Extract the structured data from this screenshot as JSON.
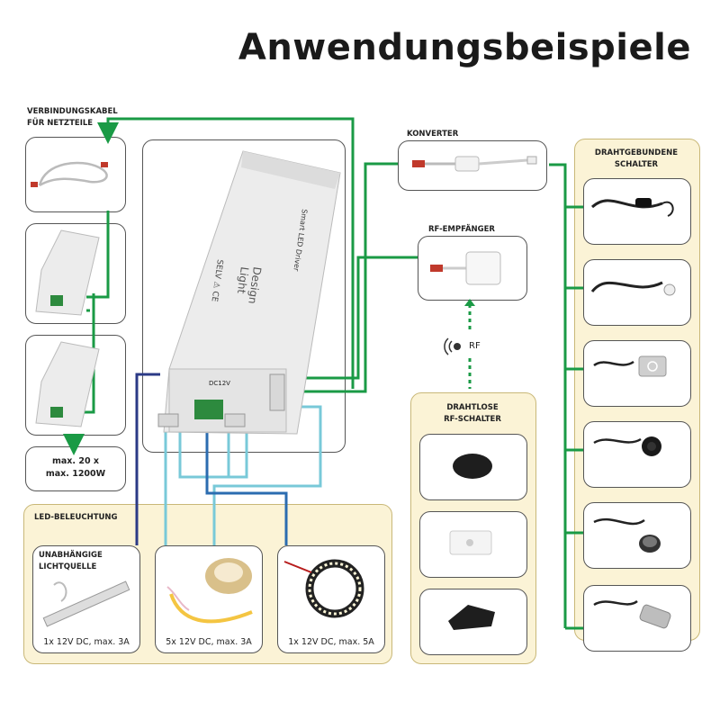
{
  "title": "Anwendungsbeispiele",
  "labels": {
    "verbindungskabel_1": "VERBINDUNGSKABEL",
    "verbindungskabel_2": "FÜR NETZTEILE",
    "konverter": "KONVERTER",
    "rf_empfaenger": "RF-EMPFÄNGER",
    "rf_signal": "RF",
    "drahtgebundene_1": "DRAHTGEBUNDENE",
    "drahtgebundene_2": "SCHALTER",
    "drahtlose_1": "DRAHTLOSE",
    "drahtlose_2": "RF-SCHALTER",
    "led_beleuchtung": "LED-BELEUCHTUNG",
    "unabhaengige_1": "UNABHÄNGIGE",
    "unabhaengige_2": "LICHTQUELLE"
  },
  "max_box": {
    "line1": "max. 20 x",
    "line2": "max. 1200W"
  },
  "captions": {
    "light_source": "1x 12V DC, max. 3A",
    "spots": "5x 12V DC, max. 3A",
    "strip": "1x 12V DC, max. 5A"
  },
  "driver_text": {
    "product": "Smart LED Driver",
    "brand1": "Design",
    "brand2": "Light",
    "output": "DC12V",
    "marks": "SELV  ⚠  CE"
  },
  "colors": {
    "green": "#1a9a45",
    "navy": "#2b3a86",
    "lightblue": "#78c9d8",
    "blue": "#2b6cb0",
    "panel": "#fbf3d6"
  }
}
